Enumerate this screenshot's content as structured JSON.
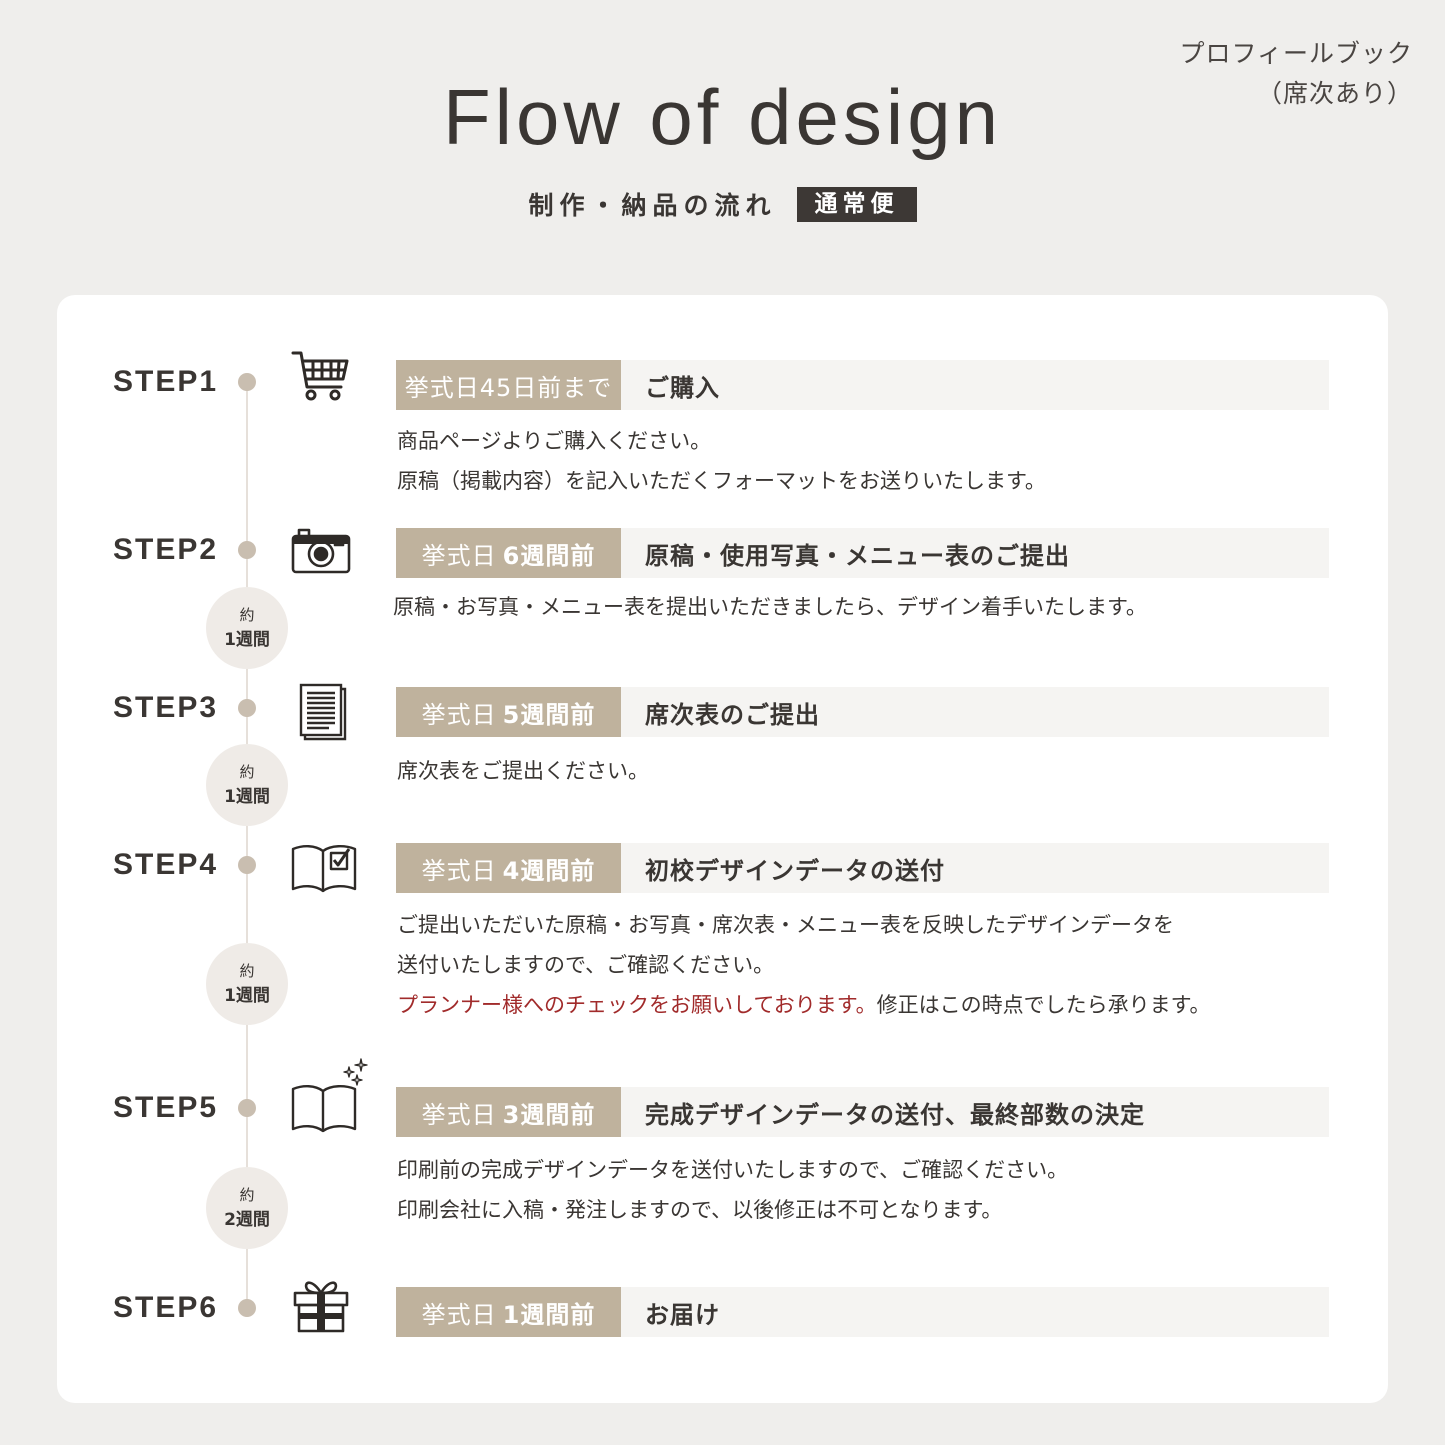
{
  "corner_note": {
    "line1": "プロフィールブック",
    "line2": "（席次あり）"
  },
  "title": "Flow of design",
  "subtitle": "制作・納品の流れ",
  "badge": "通常便",
  "steps": [
    {
      "label": "STEP1",
      "icon": "shopping-cart-icon",
      "tag": "挙式日45日前まで",
      "title": "ご購入",
      "body": [
        "商品ページよりご購入ください。",
        "原稿（掲載内容）を記入いただくフォーマットをお送りいたします。"
      ]
    },
    {
      "label": "STEP2",
      "icon": "camera-icon",
      "tag_prefix": "挙式日",
      "tag_strong": "6週間前",
      "title": "原稿・使用写真・メニュー表のご提出",
      "body": [
        "原稿・お写真・メニュー表を提出いただきましたら、デザイン着手いたします。"
      ]
    },
    {
      "label": "STEP3",
      "icon": "document-icon",
      "tag_prefix": "挙式日",
      "tag_strong": "5週間前",
      "title": "席次表のご提出",
      "body": [
        "席次表をご提出ください。"
      ]
    },
    {
      "label": "STEP4",
      "icon": "checked-book-icon",
      "tag_prefix": "挙式日",
      "tag_strong": "4週間前",
      "title": "初校デザインデータの送付",
      "body": [
        "ご提出いただいた原稿・お写真・席次表・メニュー表を反映したデザインデータを",
        "送付いたしますので、ご確認ください。"
      ],
      "body_highlight": "プランナー様へのチェックをお願いしております。",
      "body_after": "修正はこの時点でしたら承ります。"
    },
    {
      "label": "STEP5",
      "icon": "open-book-sparkle-icon",
      "tag_prefix": "挙式日",
      "tag_strong": "3週間前",
      "title": "完成デザインデータの送付、最終部数の決定",
      "body": [
        "印刷前の完成デザインデータを送付いたしますので、ご確認ください。",
        "印刷会社に入稿・発注しますので、以後修正は不可となります。"
      ]
    },
    {
      "label": "STEP6",
      "icon": "gift-box-icon",
      "tag_prefix": "挙式日",
      "tag_strong": "1週間前",
      "title": "お届け",
      "body": []
    }
  ],
  "intervals": [
    {
      "top": "約",
      "bottom": "1週間"
    },
    {
      "top": "約",
      "bottom": "1週間"
    },
    {
      "top": "約",
      "bottom": "1週間"
    },
    {
      "top": "約",
      "bottom": "2週間"
    }
  ],
  "colors": {
    "background": "#efeeec",
    "card": "#ffffff",
    "tag": "#bfb29d",
    "header": "#f5f4f2",
    "highlight": "#a12b2b",
    "text": "#3a3633"
  }
}
